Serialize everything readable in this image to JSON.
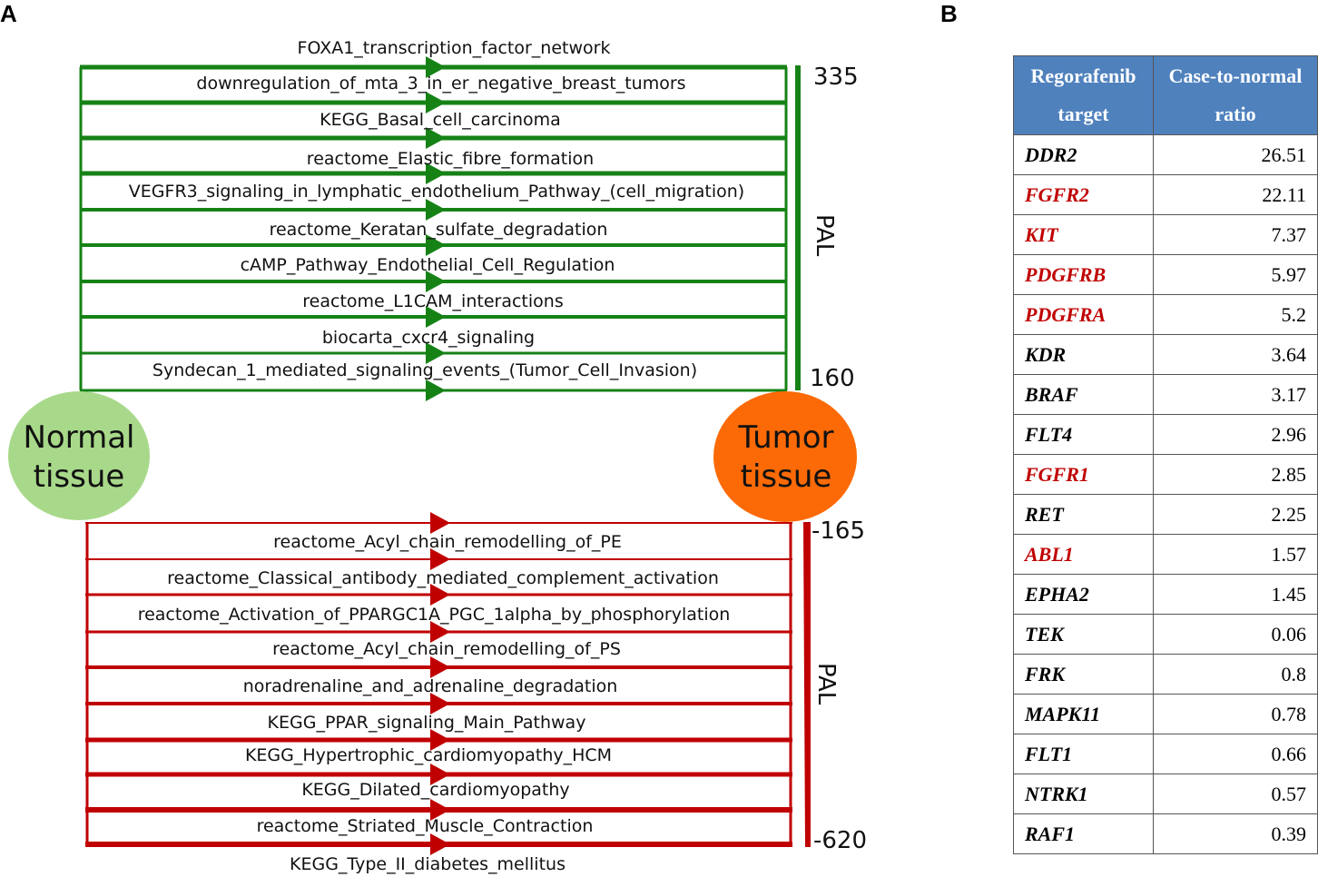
{
  "panels": {
    "a": "A",
    "b": "B"
  },
  "colors": {
    "up": "#168216",
    "down": "#c00000",
    "normal_fill": "#a8d98a",
    "tumor_fill": "#fb6a07",
    "table_header": "#4f81bd",
    "highlight_gene": "#c00000"
  },
  "nodes": {
    "normal": [
      "Normal",
      "tissue"
    ],
    "tumor": [
      "Tumor",
      "tissue"
    ]
  },
  "up_block": {
    "pathways": [
      "FOXA1_transcription_factor_network",
      "downregulation_of_mta_3_in_er_negative_breast_tumors",
      "KEGG_Basal_cell_carcinoma",
      "reactome_Elastic_fibre_formation",
      "VEGFR3_signaling_in_lymphatic_endothelium_Pathway_(cell_migration)",
      "reactome_Keratan_sulfate_degradation",
      "cAMP_Pathway_Endothelial_Cell_Regulation",
      "reactome_L1CAM_interactions",
      "biocarta_cxcr4_signaling",
      "Syndecan_1_mediated_signaling_events_(Tumor_Cell_Invasion)"
    ],
    "pal_label": "PAL",
    "pal_max": "335",
    "pal_min": "160"
  },
  "down_block": {
    "pathways": [
      "reactome_Acyl_chain_remodelling_of_PE",
      "reactome_Classical_antibody_mediated_complement_activation",
      "reactome_Activation_of_PPARGC1A_PGC_1alpha_by_phosphorylation",
      "reactome_Acyl_chain_remodelling_of_PS",
      "noradrenaline_and_adrenaline_degradation",
      "KEGG_PPAR_signaling_Main_Pathway",
      "KEGG_Hypertrophic_cardiomyopathy_HCM",
      "KEGG_Dilated_cardiomyopathy",
      "reactome_Striated_Muscle_Contraction",
      "KEGG_Type_II_diabetes_mellitus"
    ],
    "pal_label": "PAL",
    "pal_max": "-165",
    "pal_min": "-620"
  },
  "table": {
    "headers": [
      "Regorafenib target",
      "Case-to-normal ratio"
    ],
    "rows": [
      {
        "gene": "DDR2",
        "ratio": "26.51",
        "highlight": false
      },
      {
        "gene": "FGFR2",
        "ratio": "22.11",
        "highlight": true
      },
      {
        "gene": "KIT",
        "ratio": "7.37",
        "highlight": true
      },
      {
        "gene": "PDGFRB",
        "ratio": "5.97",
        "highlight": true
      },
      {
        "gene": "PDGFRA",
        "ratio": "5.2",
        "highlight": true
      },
      {
        "gene": "KDR",
        "ratio": "3.64",
        "highlight": false
      },
      {
        "gene": "BRAF",
        "ratio": "3.17",
        "highlight": false
      },
      {
        "gene": "FLT4",
        "ratio": "2.96",
        "highlight": false
      },
      {
        "gene": "FGFR1",
        "ratio": "2.85",
        "highlight": true
      },
      {
        "gene": "RET",
        "ratio": "2.25",
        "highlight": false
      },
      {
        "gene": "ABL1",
        "ratio": "1.57",
        "highlight": true
      },
      {
        "gene": "EPHA2",
        "ratio": "1.45",
        "highlight": false
      },
      {
        "gene": "TEK",
        "ratio": "0.06",
        "highlight": false
      },
      {
        "gene": "FRK",
        "ratio": "0.8",
        "highlight": false
      },
      {
        "gene": "MAPK11",
        "ratio": "0.78",
        "highlight": false
      },
      {
        "gene": "FLT1",
        "ratio": "0.66",
        "highlight": false
      },
      {
        "gene": "NTRK1",
        "ratio": "0.57",
        "highlight": false
      },
      {
        "gene": "RAF1",
        "ratio": "0.39",
        "highlight": false
      }
    ]
  }
}
